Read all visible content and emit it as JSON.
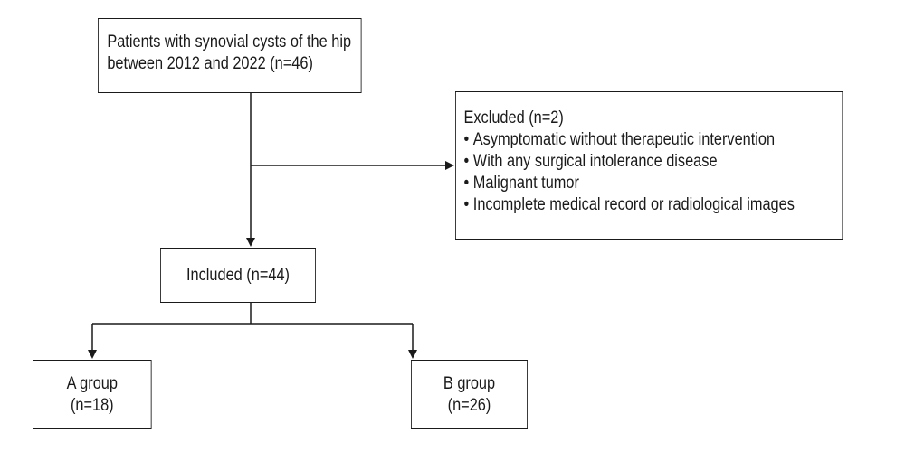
{
  "flowchart": {
    "source": {
      "line1": "Patients with synovial cysts of the hip",
      "line2": "between 2012 and 2022 (n=46)"
    },
    "excluded": {
      "title": "Excluded (n=2)",
      "items": [
        "Asymptomatic without therapeutic intervention",
        "With any surgical intolerance disease",
        "Malignant tumor",
        "Incomplete medical record or radiological images"
      ]
    },
    "included": {
      "label": "Included (n=44)"
    },
    "groups": [
      {
        "name": "A group",
        "count": "(n=18)"
      },
      {
        "name": "B group",
        "count": "(n=26)"
      }
    ]
  },
  "colors": {
    "line": "#1a1a1a",
    "background": "#ffffff"
  }
}
